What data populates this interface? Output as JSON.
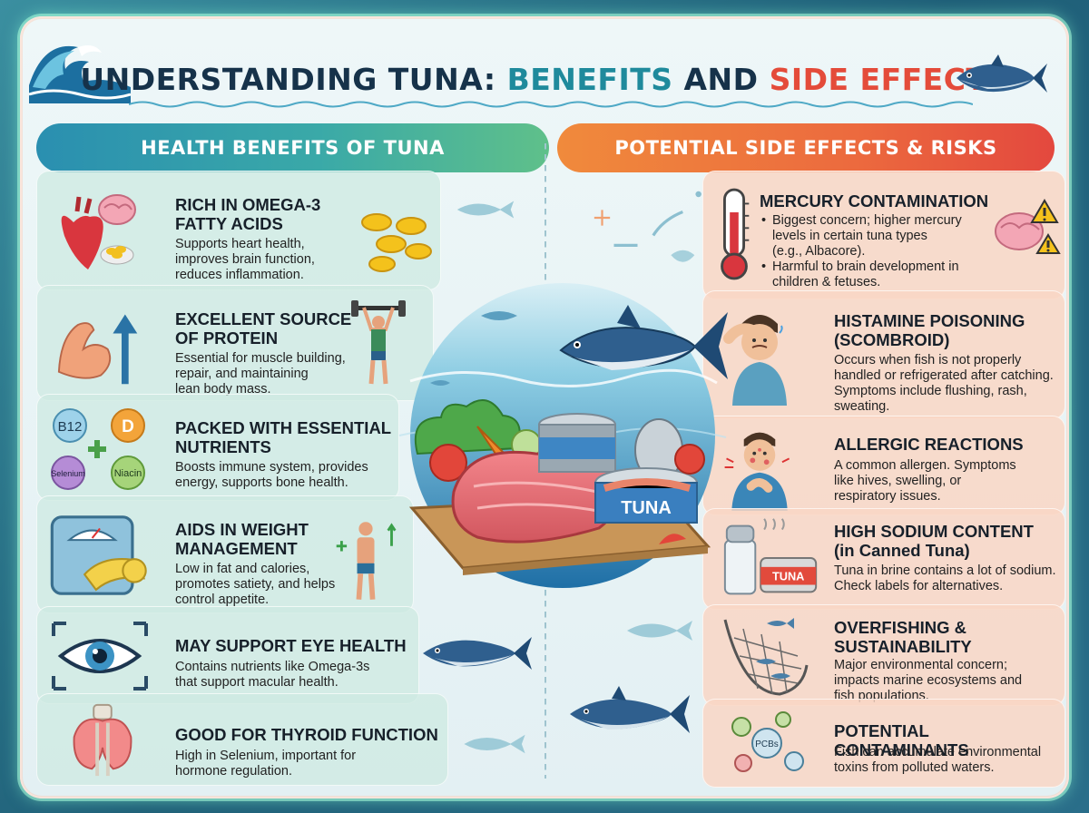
{
  "title": {
    "part1": "UNDERSTANDING TUNA: ",
    "part2": "BENEFITS",
    "part3": " AND ",
    "part4": "SIDE EFFECTS"
  },
  "left_header": "HEALTH BENEFITS OF TUNA",
  "right_header": "POTENTIAL SIDE EFFECTS & RISKS",
  "benefits": [
    {
      "title_lines": [
        "RICH IN OMEGA-3",
        "FATTY ACIDS"
      ],
      "text_lines": [
        "Supports heart health,",
        "improves brain function,",
        "reduces inflammation."
      ],
      "icon": "heart-brain-omega3-icon"
    },
    {
      "title_lines": [
        "EXCELLENT SOURCE",
        "OF PROTEIN"
      ],
      "text_lines": [
        "Essential for muscle building,",
        "repair, and maintaining",
        "lean body mass."
      ],
      "icon": "muscle-arm-icon"
    },
    {
      "title_lines": [
        "PACKED WITH ESSENTIAL",
        "NUTRIENTS"
      ],
      "text_lines": [
        "Boosts immune system, provides",
        "energy, supports bone health."
      ],
      "icon": "vitamins-icon",
      "badges": [
        "B12",
        "D",
        "Selenium",
        "Niacin"
      ]
    },
    {
      "title_lines": [
        "AIDS IN WEIGHT",
        "MANAGEMENT"
      ],
      "text_lines": [
        "Low in fat and calories,",
        "promotes satiety, and helps",
        "control appetite."
      ],
      "icon": "scale-tape-icon"
    },
    {
      "title_lines": [
        "MAY SUPPORT EYE HEALTH"
      ],
      "text_lines": [
        "Contains nutrients like Omega-3s",
        "that support macular health."
      ],
      "icon": "eye-icon"
    },
    {
      "title_lines": [
        "GOOD FOR THYROID FUNCTION"
      ],
      "text_lines": [
        "High in Selenium, important for",
        "hormone regulation."
      ],
      "icon": "thyroid-icon"
    }
  ],
  "risks": [
    {
      "title_lines": [
        "MERCURY CONTAMINATION"
      ],
      "bullets": [
        [
          "Biggest concern; higher mercury",
          "levels in certain tuna types",
          "(e.g., Albacore)."
        ],
        [
          "Harmful to brain development in",
          "children & fetuses."
        ]
      ],
      "icon": "thermometer-icon"
    },
    {
      "title_lines": [
        "HISTAMINE POISONING",
        "(SCOMBROID)"
      ],
      "text_lines": [
        "Occurs when fish is not properly",
        "handled or refrigerated after catching.",
        "Symptoms include flushing, rash,",
        "sweating."
      ],
      "icon": "sick-person-icon"
    },
    {
      "title_lines": [
        "ALLERGIC REACTIONS"
      ],
      "text_lines": [
        "A common allergen. Symptoms",
        "like hives, swelling, or",
        "respiratory issues."
      ],
      "icon": "allergic-person-icon"
    },
    {
      "title_lines": [
        "HIGH SODIUM CONTENT",
        "(in Canned Tuna)"
      ],
      "text_lines": [
        "Tuna in brine contains a lot of sodium.",
        "Check labels for alternatives."
      ],
      "icon": "salt-can-icon",
      "can_label": "TUNA"
    },
    {
      "title_lines": [
        "OVERFISHING &",
        "SUSTAINABILITY"
      ],
      "text_lines": [
        "Major environmental concern;",
        "impacts marine ecosystems and",
        "fish populations."
      ],
      "icon": "fishing-net-icon"
    },
    {
      "title_lines": [
        "POTENTIAL CONTAMINANTS"
      ],
      "text_lines": [
        "Fish can accumulate environmental",
        "toxins from polluted waters."
      ],
      "icon": "contaminants-icon",
      "badge": "PCBs"
    }
  ],
  "center": {
    "can_label": "TUNA"
  },
  "colors": {
    "navy": "#16324a",
    "teal": "#1f8a9c",
    "red": "#e44b3a",
    "benefit_card": "#cde9e2",
    "risk_card": "#f9d6c4"
  }
}
